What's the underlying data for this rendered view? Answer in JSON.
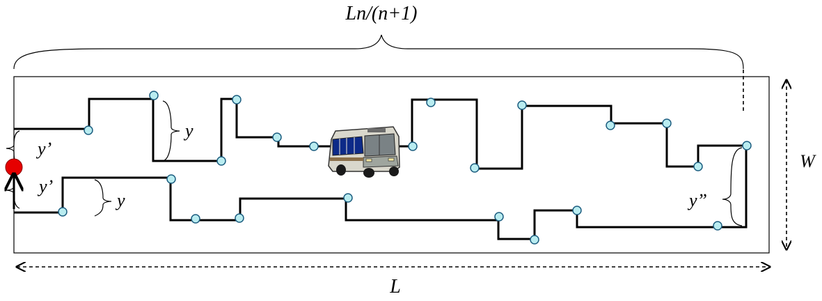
{
  "labels": {
    "top": "Ln/(n+1)",
    "length": "L",
    "width": "W",
    "y_upper": "y",
    "y_lower": "y",
    "y_prime_upper": "y’",
    "y_prime_lower": "y’",
    "y_double_prime": "y”"
  },
  "colors": {
    "depot": "#e60000",
    "stop_fill": "#b9ecf0",
    "stop_stroke": "#1d5e80",
    "route": "#000000"
  },
  "icons": {
    "vehicle": "bus-icon",
    "depot": "depot-marker-icon",
    "stop": "bus-stop-icon"
  }
}
